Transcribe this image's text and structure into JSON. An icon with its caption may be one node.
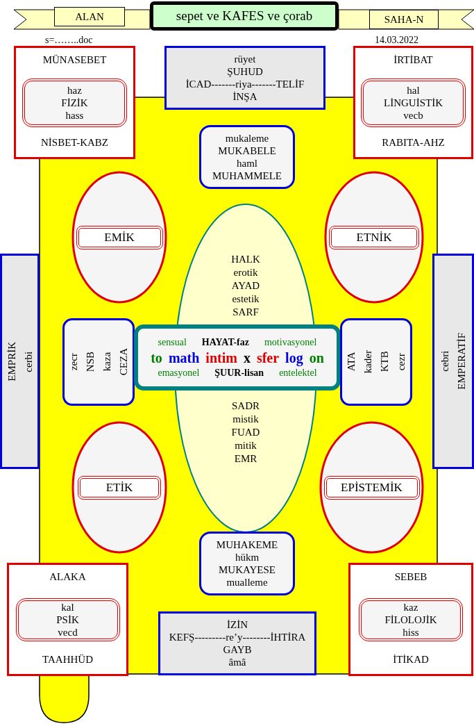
{
  "diagram": {
    "title": "sepet ve KAFES ve çorab",
    "nodes": [
      {
        "text": [
          "ALAN"
        ]
      },
      {
        "text": [
          "SAHA-N"
        ]
      },
      {
        "text": [
          "MÜNASEBET",
          "NİSBET-KABZ"
        ]
      },
      {
        "text": [
          "haz",
          "FİZİK",
          "hass"
        ],
        "in": 2
      },
      {
        "text": [
          "rüyet",
          "ŞUHUD",
          "İCAD-------riya-------TELİF",
          "İNŞA"
        ]
      },
      {
        "text": [
          "İRTİBAT",
          "RABITA-AHZ"
        ]
      },
      {
        "text": [
          "hal",
          "LİNGUİSTİK",
          "vecb"
        ],
        "in": 5
      },
      {
        "text": [
          "mukaleme",
          "MUKABELE",
          "haml",
          "MUHAMMELE"
        ]
      },
      {
        "text": [],
        "shape": "ellipse"
      },
      {
        "text": [
          "EMİK"
        ],
        "in": 8
      },
      {
        "text": [],
        "shape": "ellipse"
      },
      {
        "text": [
          "ETNİK"
        ],
        "in": 10
      },
      {
        "text": [
          "HALK",
          "erotik",
          "AYAD",
          "estetik",
          "SARF",
          "SADR",
          "mistik",
          "FUAD",
          "mitik",
          "EMR"
        ]
      },
      {
        "text": [
          "EMPRİK",
          "cerbi"
        ]
      },
      {
        "text": [
          "zecr",
          "NSB",
          "kaza",
          "CEZA"
        ]
      },
      {
        "text": [
          "sensual",
          "HAYAT-faz",
          "motivasyonel",
          "to",
          "math",
          "intim",
          "x",
          "sfer",
          "log",
          "on",
          "emasyonel",
          "ŞUUR-lisan",
          "entelektel"
        ]
      },
      {
        "text": [
          "ATA",
          "kader",
          "KTB",
          "cezr"
        ]
      },
      {
        "text": [
          "cebri",
          "EMPERATİF"
        ]
      },
      {
        "text": [],
        "shape": "ellipse"
      },
      {
        "text": [
          "ETİK"
        ],
        "in": 18
      },
      {
        "text": [],
        "shape": "ellipse"
      },
      {
        "text": [
          "EPİSTEMİK"
        ],
        "in": 20
      },
      {
        "text": [
          "MUHAKEME",
          "hükm",
          "MUKAYESE",
          "mualleme"
        ]
      },
      {
        "text": [
          "ALAKA",
          "TAAHHÜD"
        ]
      },
      {
        "text": [
          "kal",
          "PSİK",
          "vecd"
        ],
        "in": 23
      },
      {
        "text": [
          "SEBEB",
          "İTİKAD"
        ]
      },
      {
        "text": [
          "kaz",
          "FİLOLOJİK",
          "hiss"
        ],
        "in": 25
      },
      {
        "text": [
          "İZİN",
          "KEFŞ---------re’y--------İHTİRA",
          "GAYB",
          "âmâ"
        ]
      }
    ],
    "edges": [],
    "labels": [
      "s=……..doc",
      "14.03.2022"
    ]
  }
}
